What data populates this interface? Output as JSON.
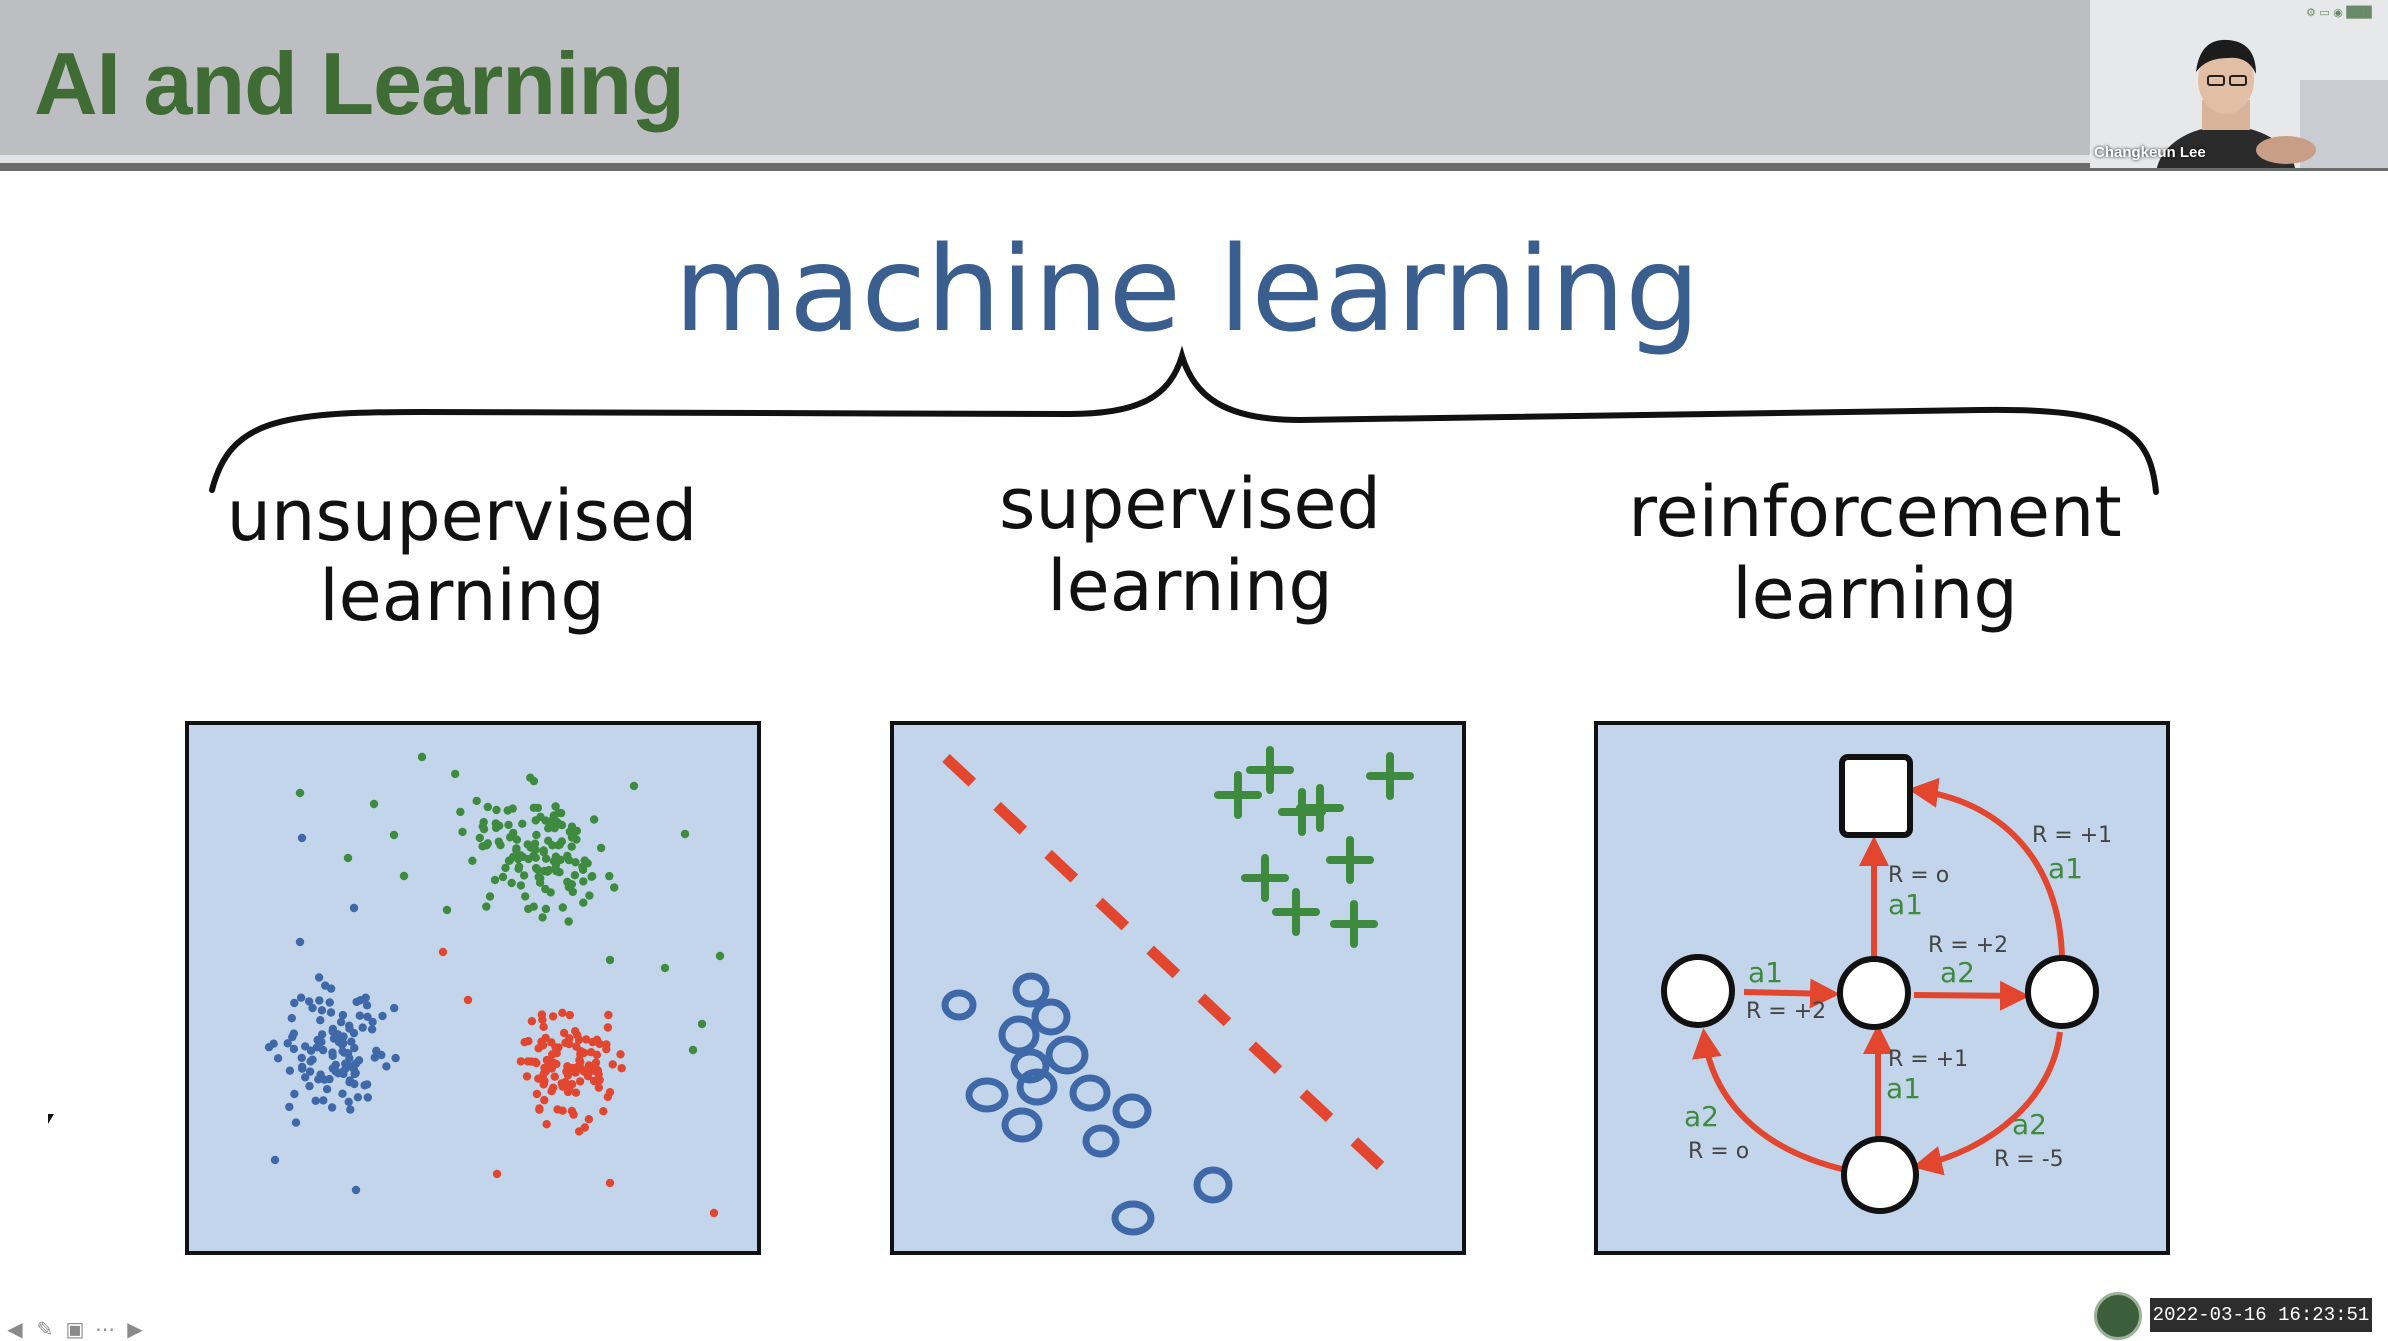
{
  "slide": {
    "title": "AI and Learning",
    "main_heading": "machine learning",
    "categories": [
      {
        "line1": "unsupervised",
        "line2": "learning"
      },
      {
        "line1": "supervised",
        "line2": "learning"
      },
      {
        "line1": "reinforcement",
        "line2": "learning"
      }
    ],
    "rl_diagram": {
      "rewards": [
        "R = +1",
        "R = o",
        "R = +2",
        "R = +2",
        "R = +1",
        "R = o",
        "R = -5"
      ],
      "actions": [
        "a1",
        "a1",
        "a1",
        "a2",
        "a1",
        "a2",
        "a2"
      ]
    }
  },
  "video": {
    "participant_name": "Changkeun Lee",
    "logos": "⚙ ▭ ◉ ███"
  },
  "toolbar": {
    "icons": [
      "arrow-left-icon",
      "pen-icon",
      "slides-icon",
      "more-icon",
      "arrow-right-icon"
    ]
  },
  "recording": {
    "timestamp": "2022-03-16  16:23:51"
  },
  "colors": {
    "title_green": "#3f6b34",
    "heading_blue": "#3a5f8f",
    "panel_bg": "#c3d5ea",
    "cluster_blue": "#3e68a8",
    "cluster_green": "#3e8a3e",
    "cluster_red": "#e2462f",
    "arrow_red": "#e2462f"
  }
}
